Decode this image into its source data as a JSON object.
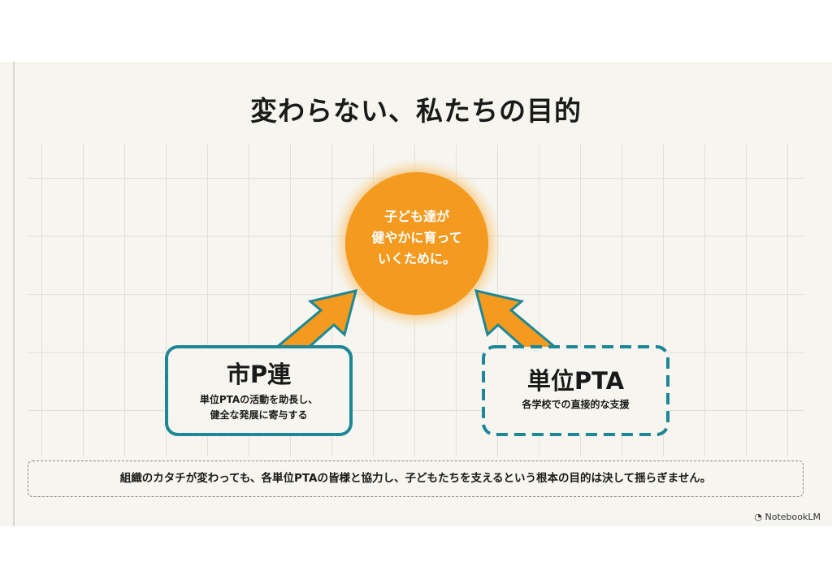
{
  "slide": {
    "title": "変わらない、私たちの目的",
    "goal": {
      "lines": [
        "子ども達が",
        "健やかに育って",
        "いくために。"
      ]
    },
    "left_box": {
      "title": "市P連",
      "desc_lines": [
        "単位PTAの活動を助長し、",
        "健全な発展に寄与する"
      ]
    },
    "right_box": {
      "title": "単位PTA",
      "desc_lines": [
        "各学校での直接的な支援"
      ]
    },
    "note": "組織のカタチが変わっても、各単位PTAの皆様と協力し、子どもたちを支えるという根本の目的は決して揺らぎません。",
    "brand": "NotebookLM"
  },
  "colors": {
    "orange": "#f39a1f",
    "teal": "#1d8795",
    "background": "#f6f5f0"
  }
}
